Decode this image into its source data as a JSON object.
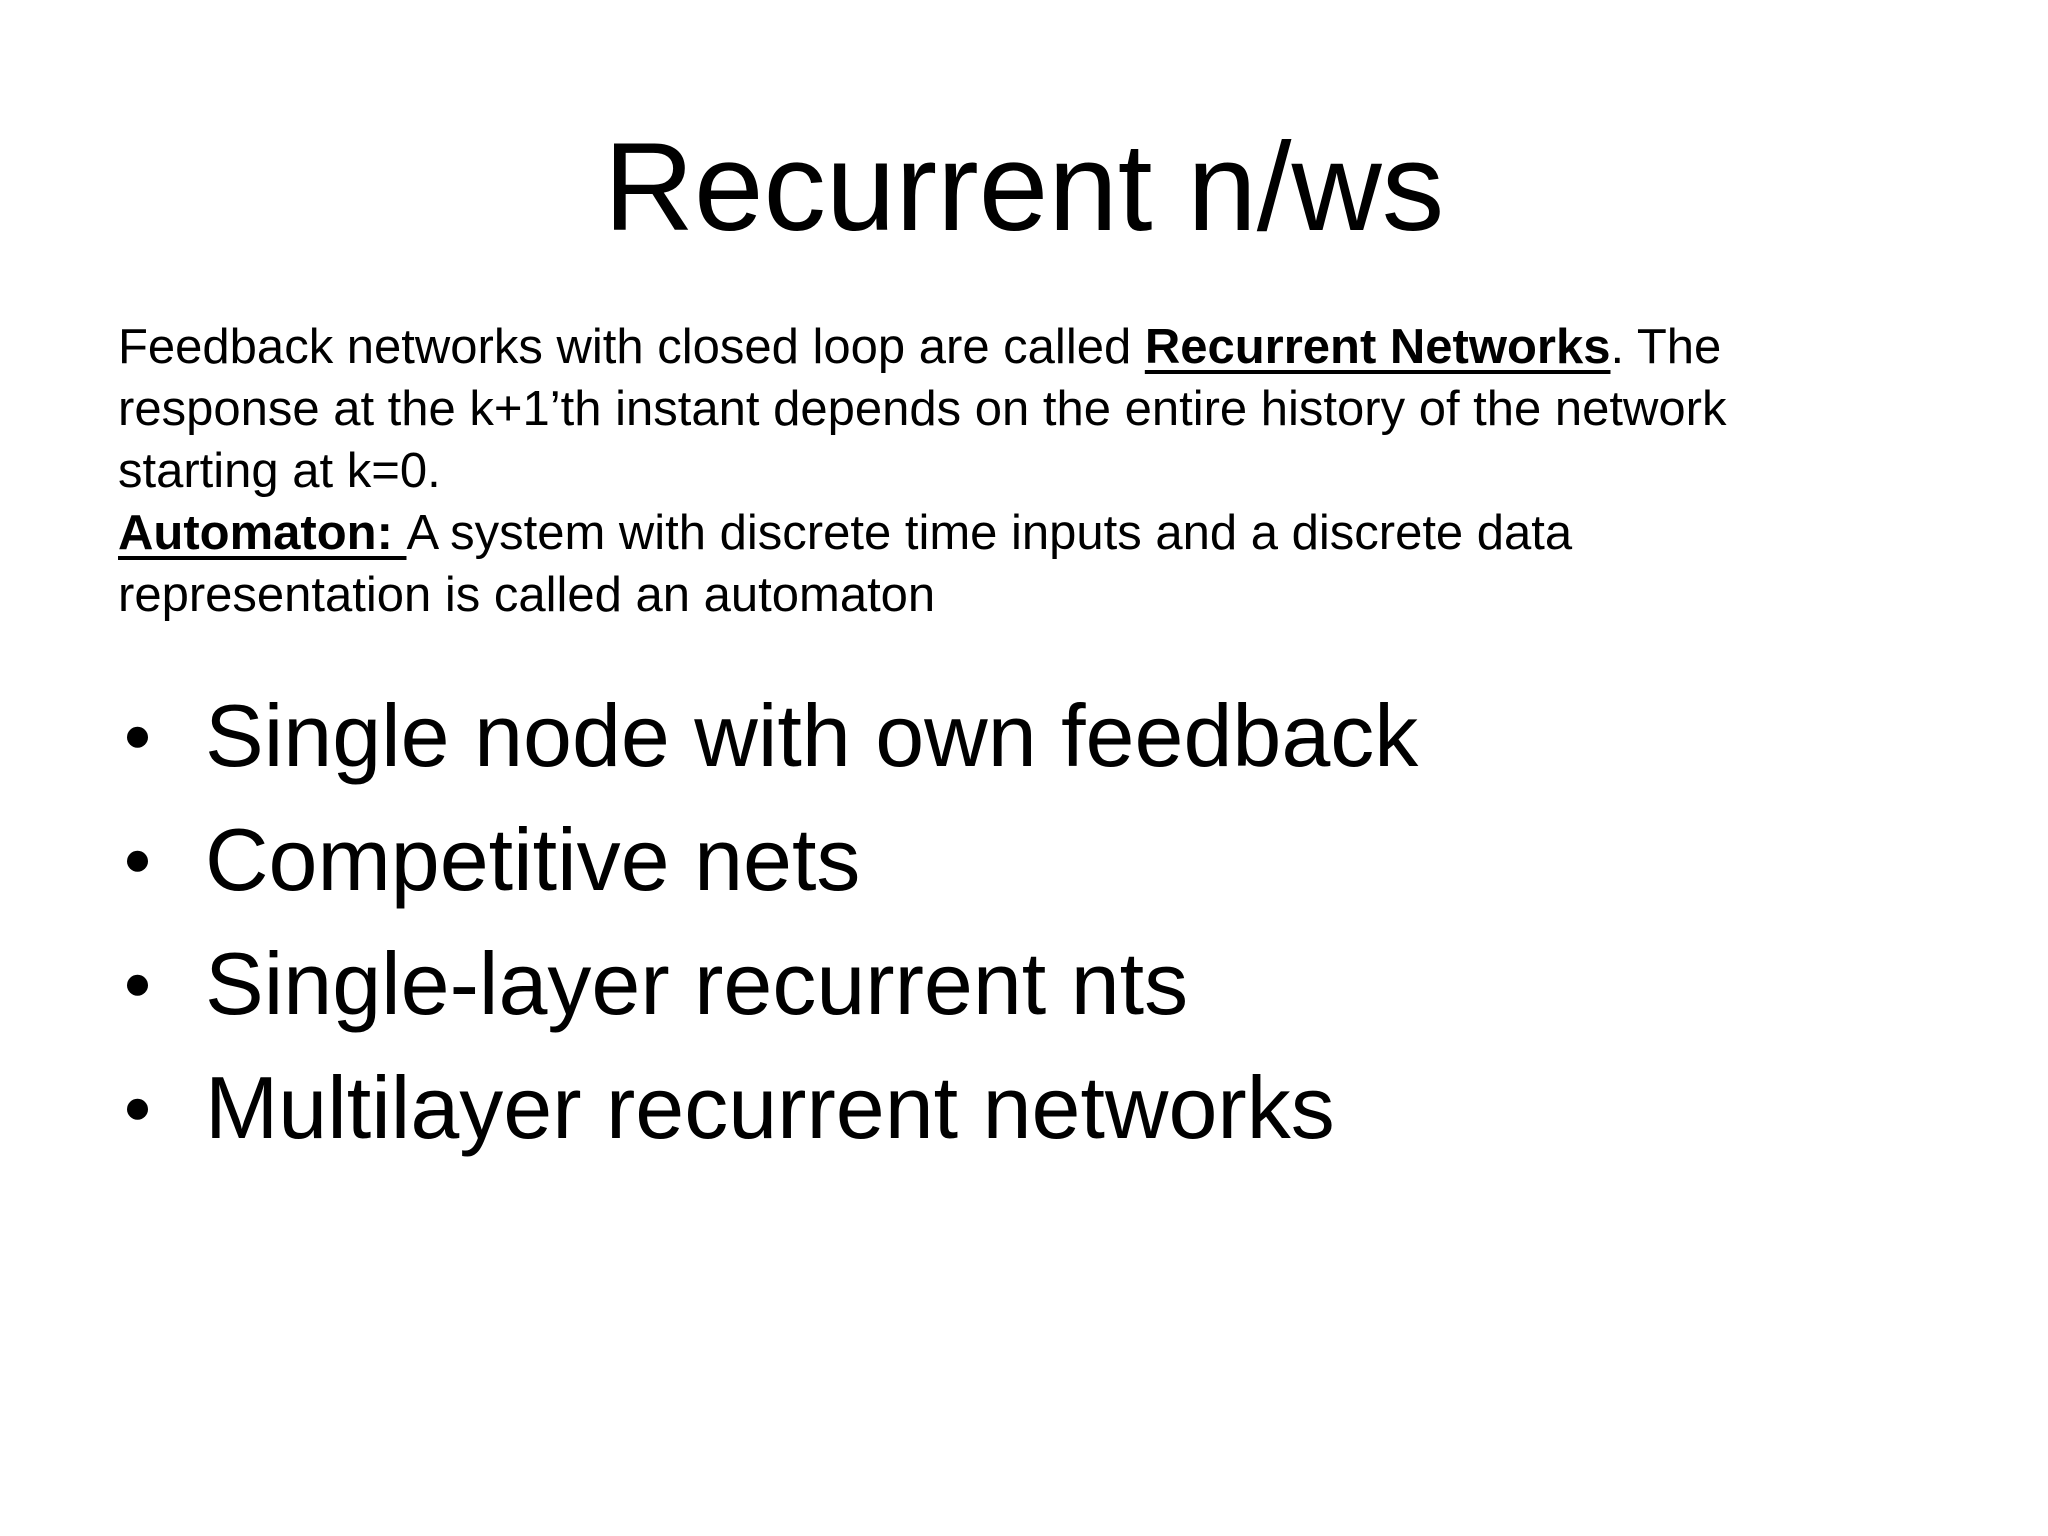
{
  "slide": {
    "title": "Recurrent n/ws",
    "background_color": "#ffffff",
    "text_color": "#000000"
  },
  "paragraph": {
    "lines": [
      {
        "segments": [
          {
            "text": "Feedback networks with closed loop are called ",
            "style": "normal"
          },
          {
            "text": "Recurrent Networks",
            "style": "bold-underline"
          },
          {
            "text": ". The",
            "style": "normal"
          }
        ]
      },
      {
        "segments": [
          {
            "text": "response at the k+1’th instant depends on the entire history of the network",
            "style": "normal"
          }
        ]
      },
      {
        "segments": [
          {
            "text": "starting at k=0.",
            "style": "normal"
          }
        ]
      },
      {
        "segments": [
          {
            "text": "Automaton: ",
            "style": "bold-underline"
          },
          {
            "text": "A system with discrete time inputs and a discrete data",
            "style": "normal"
          }
        ]
      },
      {
        "segments": [
          {
            "text": "representation is called an automaton",
            "style": "normal"
          }
        ]
      }
    ]
  },
  "bullets": {
    "items": [
      {
        "label": "Single node with own feedback"
      },
      {
        "label": "Competitive nets"
      },
      {
        "label": "Single-layer recurrent nts"
      },
      {
        "label": "Multilayer recurrent networks"
      }
    ]
  }
}
